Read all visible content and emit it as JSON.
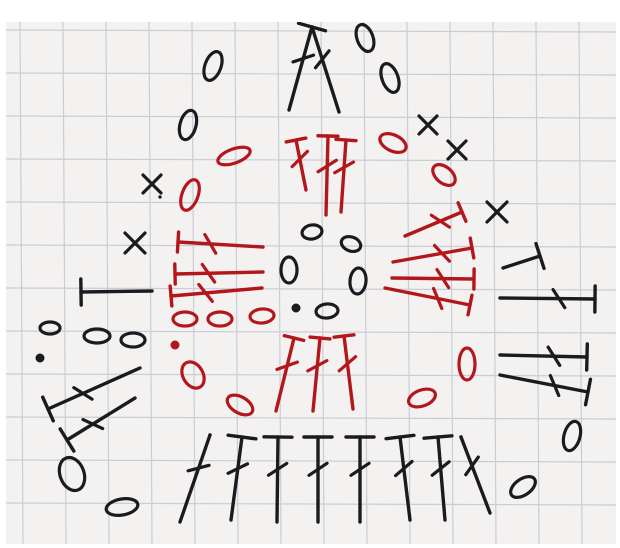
{
  "title": "",
  "colors": {
    "paper": "#f4f2f0",
    "grid": "#c9ccd8",
    "ink_black": "#1b1b1f",
    "ink_red": "#b3171c"
  },
  "symbols": {
    "ch": "chain-oval",
    "sc": "x-stitch",
    "hdc": "t-stitch",
    "dc": "t-with-one-bar",
    "tr": "t-with-two-bars",
    "slst": "dot"
  }
}
